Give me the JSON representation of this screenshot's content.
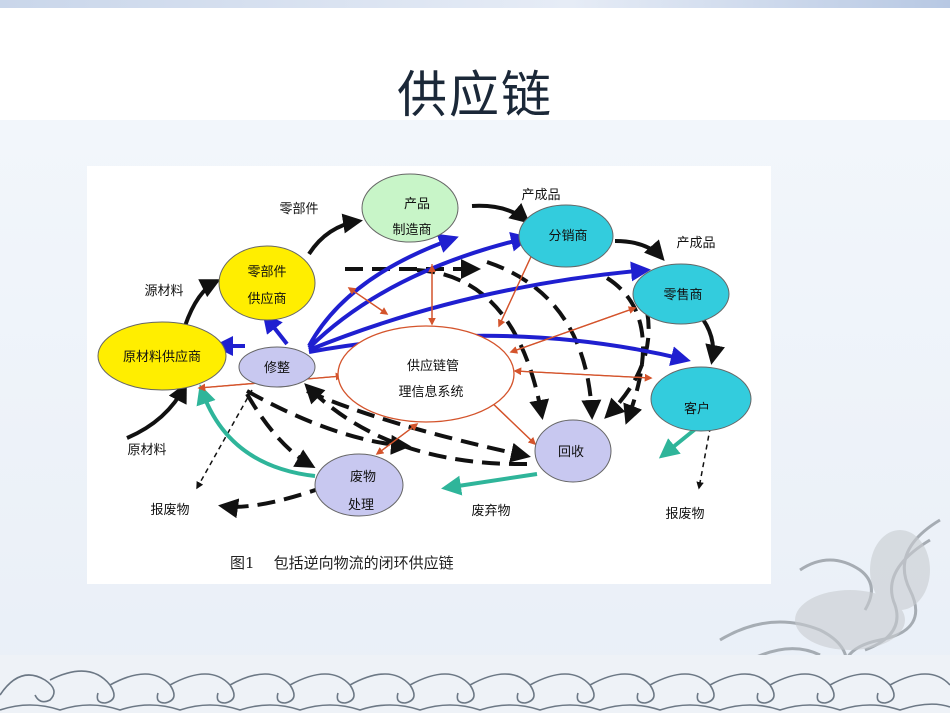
{
  "slide": {
    "title": "供应链"
  },
  "diagram": {
    "nodes": {
      "raw_supplier": "原材料供应商",
      "parts_supplier_l1": "零部件",
      "parts_supplier_l2": "供应商",
      "manufacturer_l1": "产品",
      "manufacturer_l2": "制造商",
      "distributor": "分销商",
      "retailer": "零售商",
      "customer": "客户",
      "repair": "修整",
      "recycle": "回收",
      "waste_l1": "废物",
      "waste_l2": "处理",
      "center_l1": "供应链管",
      "center_l2": "理信息系统"
    },
    "labels": {
      "raw_material_bottom": "原材料",
      "raw_material_side": "源材料",
      "parts": "零部件",
      "finished_1": "产成品",
      "finished_2": "产成品",
      "scrap_left": "报废物",
      "scrap_right": "报废物",
      "discarded": "废弃物"
    },
    "caption": "图1    包括逆向物流的闭环供应链",
    "colors": {
      "yellow_node": "#ffee00",
      "green_node": "#c8f5c8",
      "cyan_node": "#33ccdd",
      "lavender_node": "#c8c8f0",
      "forward_arrow": "#111111",
      "info_arrow": "#1f1fd0",
      "return_arrow": "#2fb59a",
      "info_link": "#d4542c"
    }
  }
}
